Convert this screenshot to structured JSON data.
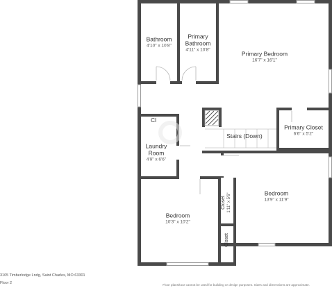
{
  "rooms": [
    {
      "name": "Bathroom",
      "dims": "4'10\" x 10'8\""
    },
    {
      "name": "Primary Bathroom",
      "dims": "4'11\" x 10'8\""
    },
    {
      "name": "Primary Bedroom",
      "dims": "16'7\" x 16'1\""
    },
    {
      "name": "Primary Closet",
      "dims": "6'6\" x 5'2\""
    },
    {
      "name": "Cl",
      "dims": ""
    },
    {
      "name": "Laundry Room",
      "dims": "4'9\" x 6'6\""
    },
    {
      "name": "Stairs (Down)",
      "dims": ""
    },
    {
      "name": "Bedroom",
      "dims": "13'9\" x 11'9\""
    },
    {
      "name": "Closet",
      "dims": "1'11\" x 5'6\""
    },
    {
      "name": "Bedroom",
      "dims": "10'3\" x 10'2\""
    },
    {
      "name": "Closet",
      "dims": ""
    }
  ],
  "footer": {
    "address": "3105 Timberlodge Lndg, Saint Charles, MO 63301",
    "floor": "Floor 2",
    "disclaimer": "Floor plans/tour cannot be used for building or design purposes. Sizes and dimensions are approximate."
  },
  "colors": {
    "wall": "#4a4a4a",
    "window": "#9a9a9a",
    "background": "#ffffff"
  }
}
